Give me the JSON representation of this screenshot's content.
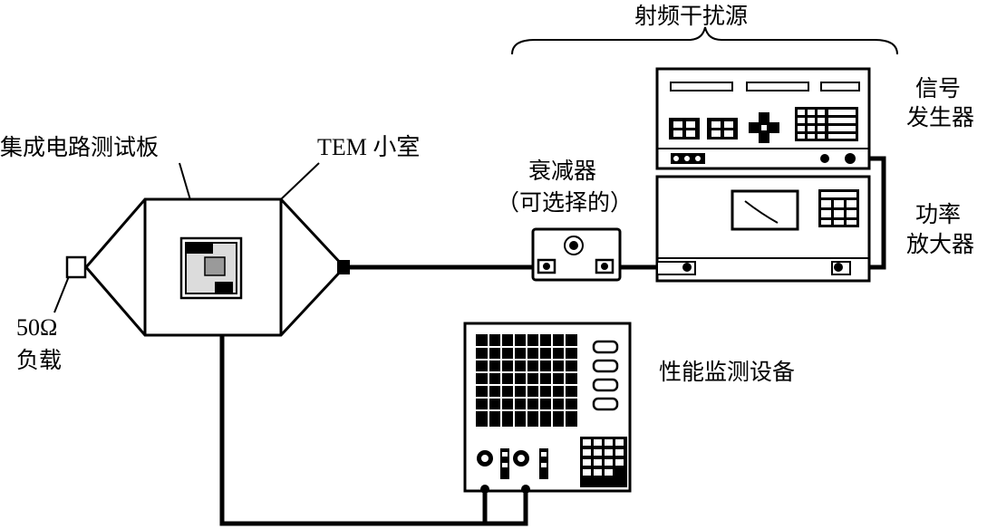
{
  "labels": {
    "rf_source": "射频干扰源",
    "signal_generator_line1": "信号",
    "signal_generator_line2": "发生器",
    "power_amp_line1": "功率",
    "power_amp_line2": "放大器",
    "attenuator_line1": "衰减器",
    "attenuator_line2": "（可选择的）",
    "test_board": "集成电路测试板",
    "tem_cell": "TEM 小室",
    "load_line1": "50Ω",
    "load_line2": "负载",
    "monitor": "性能监测设备"
  }
}
